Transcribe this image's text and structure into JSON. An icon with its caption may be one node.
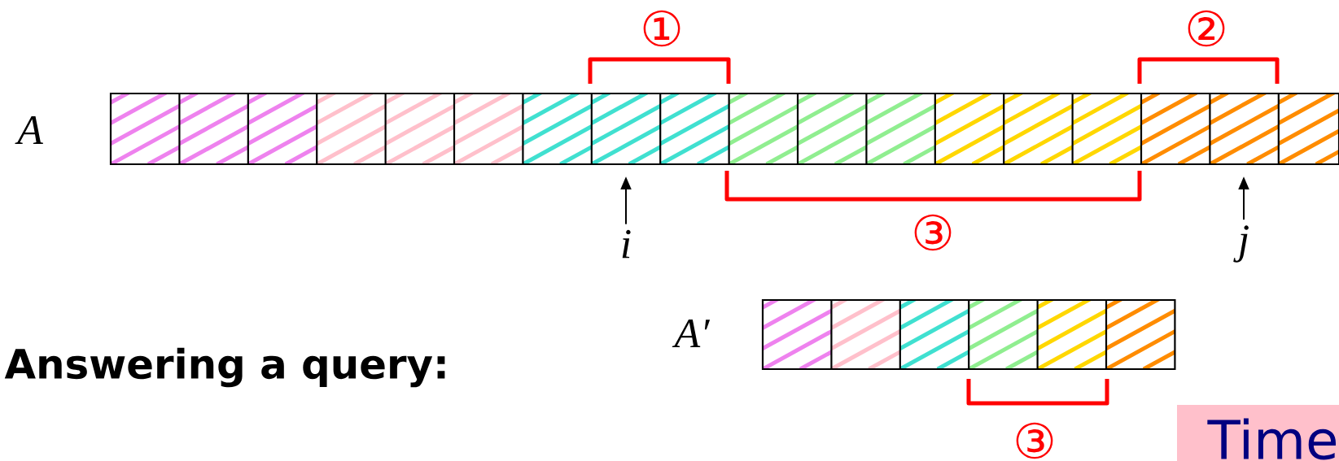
{
  "diagram": {
    "nodes": [
      {
        "text": [],
        "shape": "bar",
        "beside": [
          "A"
        ]
      },
      {
        "text": [],
        "shape": "bar",
        "beside": [
          "A′"
        ]
      },
      {
        "text": [
          "i"
        ]
      },
      {
        "text": [
          "j"
        ]
      }
    ],
    "edges": [
      {
        "from": 2,
        "to": 0,
        "arrow": "to"
      },
      {
        "from": 3,
        "to": 0,
        "arrow": "to"
      }
    ],
    "labels": [
      "①",
      "②",
      "③",
      "③",
      "Answering a query:",
      "Time"
    ]
  }
}
